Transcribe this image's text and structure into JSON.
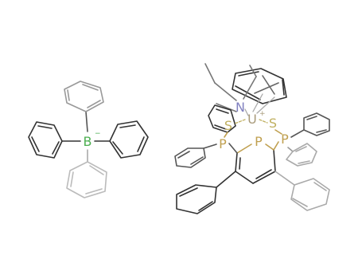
{
  "structure": {
    "anion": {
      "center": {
        "label": "B",
        "charge": "−",
        "color": "#4caf50"
      },
      "substituent": "phenyl"
    },
    "cation": {
      "metal": {
        "label": "U",
        "charge": "+",
        "color": "#a89a7a"
      },
      "nitrogen": {
        "label": "N",
        "color": "#8080c0"
      },
      "phosphorus": {
        "label": "P",
        "color": "#c0a050"
      },
      "sulfur": {
        "label": "S",
        "color": "#c0b060"
      },
      "ring_label_left": "P",
      "ring_label_center": "P",
      "ring_label_right": "P",
      "sulfur_left": "S",
      "sulfur_right": "S"
    }
  }
}
